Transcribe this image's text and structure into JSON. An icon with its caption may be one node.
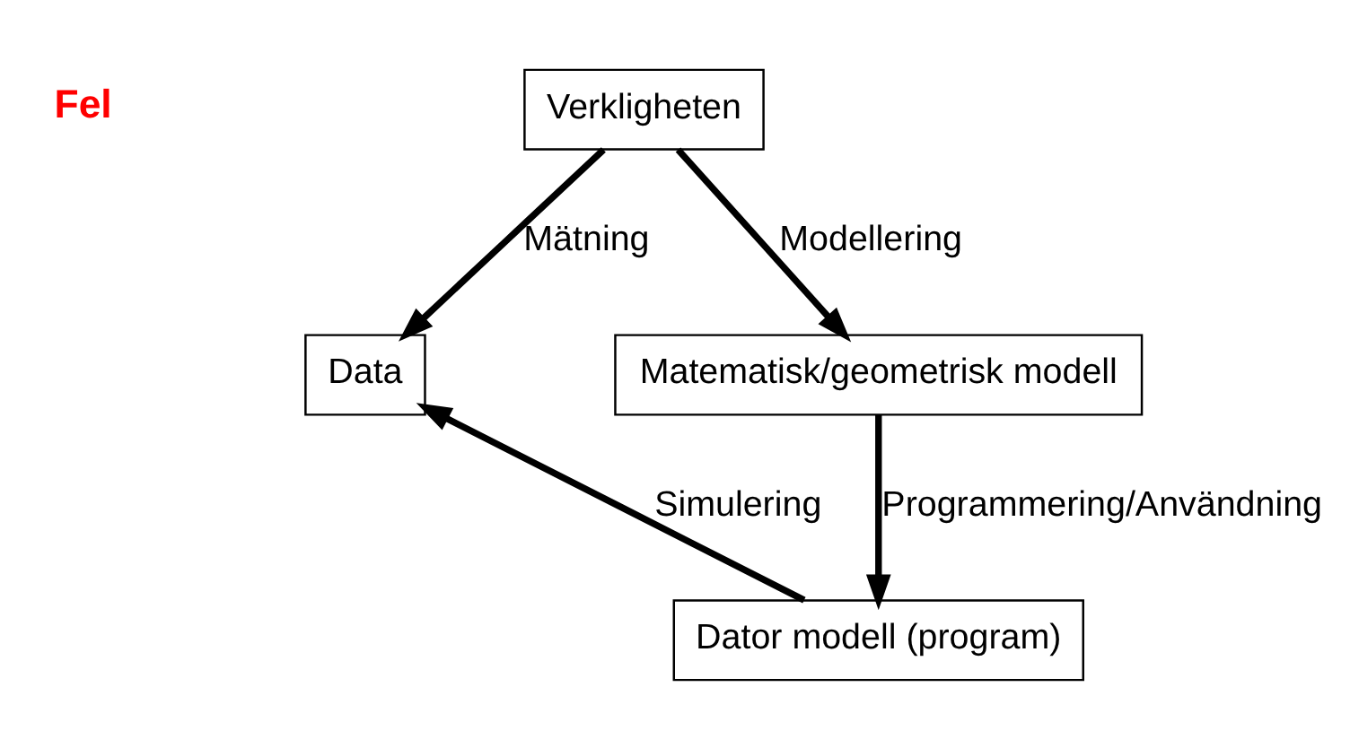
{
  "diagram": {
    "nodes": [
      {
        "text": [
          "Verkligheten"
        ]
      },
      {
        "text": [
          "Data"
        ]
      },
      {
        "text": [
          "Matematisk/geometrisk modell"
        ]
      },
      {
        "text": [
          "Dator modell (program)"
        ]
      }
    ],
    "edges": [
      {
        "from": 0,
        "to": 1,
        "arrow": "to",
        "label": "Mätning"
      },
      {
        "from": 0,
        "to": 2,
        "arrow": "to",
        "label": "Modellering"
      },
      {
        "from": 2,
        "to": 3,
        "arrow": "to",
        "label": "Programmering/Användning"
      },
      {
        "from": 3,
        "to": 1,
        "arrow": "to",
        "label": "Simulering"
      }
    ],
    "labels": [
      "Fel"
    ]
  }
}
